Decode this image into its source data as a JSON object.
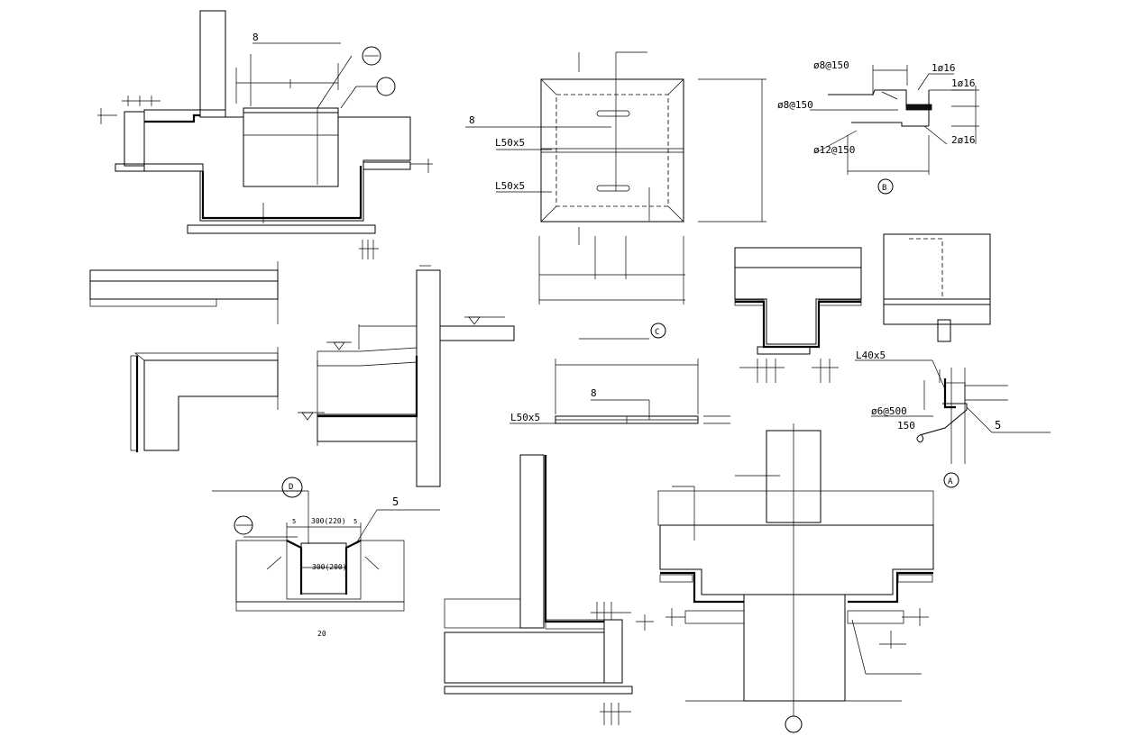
{
  "labels": {
    "d1_dim": "8",
    "c_dim": "8",
    "c_steel_1": "L50x5",
    "c_steel_2": "L50x5",
    "b_rebar_1": "ø8@150",
    "b_rebar_2": "1ø16",
    "b_rebar_3": "1ø16",
    "b_rebar_4": "ø8@150",
    "b_rebar_5": "2ø16",
    "b_rebar_6": "ø12@150",
    "detail_b": "B",
    "detail_c": "C",
    "strip_dim": "8",
    "strip_steel": "L50x5",
    "a_steel": "L40x5",
    "a_bar": "ø6@500",
    "a_len": "150",
    "a_dim": "5",
    "detail_a": "A",
    "detail_d": "D",
    "trench_dim": "5",
    "trench_w1": "300(220)",
    "trench_w2": "300(200)",
    "trench_s1": "5",
    "trench_s2": "5",
    "trench_depth": "20"
  }
}
